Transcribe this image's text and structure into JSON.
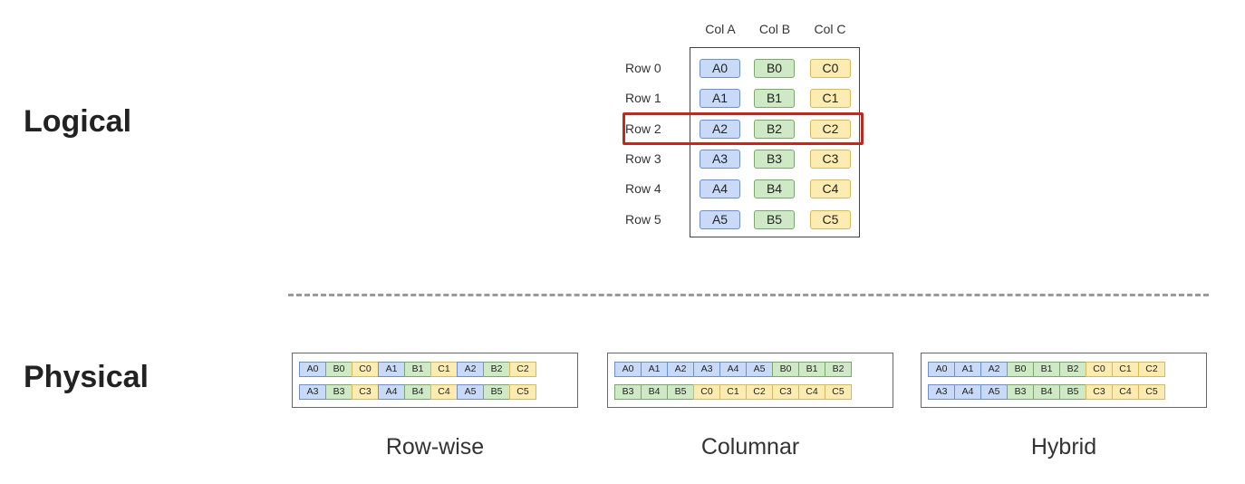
{
  "sections": {
    "logical": "Logical",
    "physical": "Physical"
  },
  "columns": [
    {
      "label": "Col A",
      "group": "A"
    },
    {
      "label": "Col B",
      "group": "B"
    },
    {
      "label": "Col C",
      "group": "C"
    }
  ],
  "rows": [
    {
      "label": "Row 0",
      "cells": [
        "A0",
        "B0",
        "C0"
      ]
    },
    {
      "label": "Row 1",
      "cells": [
        "A1",
        "B1",
        "C1"
      ]
    },
    {
      "label": "Row 2",
      "cells": [
        "A2",
        "B2",
        "C2"
      ]
    },
    {
      "label": "Row 3",
      "cells": [
        "A3",
        "B3",
        "C3"
      ]
    },
    {
      "label": "Row 4",
      "cells": [
        "A4",
        "B4",
        "C4"
      ]
    },
    {
      "label": "Row 5",
      "cells": [
        "A5",
        "B5",
        "C5"
      ]
    }
  ],
  "highlighted_row": 2,
  "colors": {
    "A": "#c9daf8",
    "B": "#cfe8c6",
    "C": "#fdecb2",
    "highlight": "#c3281d"
  },
  "layouts": [
    {
      "caption": "Row-wise",
      "rows": [
        [
          "A0",
          "B0",
          "C0",
          "A1",
          "B1",
          "C1",
          "A2",
          "B2",
          "C2"
        ],
        [
          "A3",
          "B3",
          "C3",
          "A4",
          "B4",
          "C4",
          "A5",
          "B5",
          "C5"
        ]
      ]
    },
    {
      "caption": "Columnar",
      "rows": [
        [
          "A0",
          "A1",
          "A2",
          "A3",
          "A4",
          "A5",
          "B0",
          "B1",
          "B2"
        ],
        [
          "B3",
          "B4",
          "B5",
          "C0",
          "C1",
          "C2",
          "C3",
          "C4",
          "C5"
        ]
      ]
    },
    {
      "caption": "Hybrid",
      "rows": [
        [
          "A0",
          "A1",
          "A2",
          "B0",
          "B1",
          "B2",
          "C0",
          "C1",
          "C2"
        ],
        [
          "A3",
          "A4",
          "A5",
          "B3",
          "B4",
          "B5",
          "C3",
          "C4",
          "C5"
        ]
      ]
    }
  ]
}
